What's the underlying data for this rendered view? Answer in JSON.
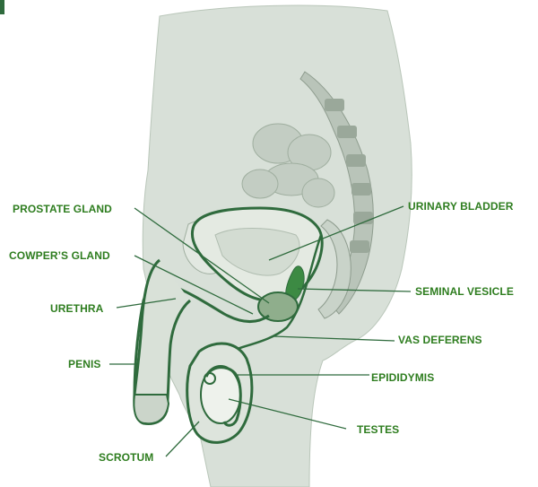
{
  "colors": {
    "label": "#2e7d1f",
    "outline": "#2f6b3d",
    "tissue": "#cfd8cf",
    "tissue_dark": "#9fae9f",
    "organ_fill": "#e6ece4",
    "background": "#ffffff"
  },
  "labels": {
    "prostate_gland": "PROSTATE GLAND",
    "cowpers_gland": "COWPER’S GLAND",
    "urethra": "URETHRA",
    "penis": "PENIS",
    "scrotum": "SCROTUM",
    "urinary_bladder": "URINARY BLADDER",
    "seminal_vesicle": "SEMINAL VESICLE",
    "vas_deferens": "VAS DEFERENS",
    "epididymis": "EPIDIDYMIS",
    "testes": "TESTES"
  }
}
